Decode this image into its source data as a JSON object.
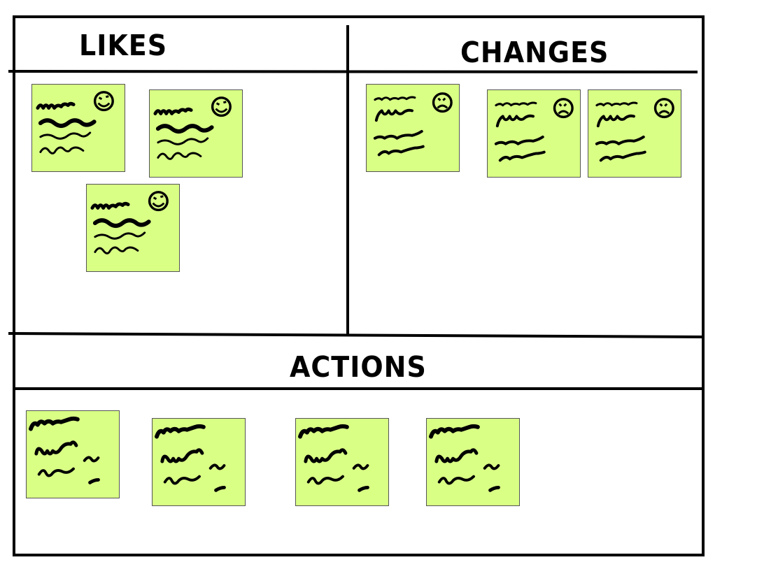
{
  "board": {
    "sections": {
      "likes": {
        "title": "LIKES",
        "note_count": 3,
        "note_icon": "smiley-face-icon"
      },
      "changes": {
        "title": "CHANGES",
        "note_count": 3,
        "note_icon": "sad-face-icon"
      },
      "actions": {
        "title": "ACTIONS",
        "note_count": 4,
        "note_icon": "none"
      }
    },
    "colors": {
      "note_fill": "#d9ff85",
      "ink": "#000000",
      "background": "#ffffff"
    }
  }
}
